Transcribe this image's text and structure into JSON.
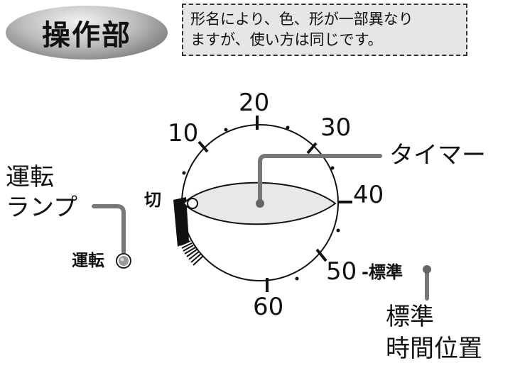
{
  "title": "操作部",
  "note": {
    "line1": "形名により、色、形が一部異なり",
    "line2": "ますが、使い方は同じです。"
  },
  "dial_numbers": [
    "10",
    "20",
    "30",
    "40",
    "50",
    "60"
  ],
  "labels": {
    "off": "切",
    "standard_marker": "-標準",
    "timer": "タイマー",
    "lamp_label_line1": "運転",
    "lamp_label_line2": "ランプ",
    "lamp_text": "運転",
    "standard_time_line1": "標準",
    "standard_time_line2": "時間位置"
  },
  "colors": {
    "dial_fill": "#ffffff",
    "knob_fill": "#e8e8e8",
    "leader_line": "#777777",
    "note_bg": "#e6e6e6",
    "scale_black": "#111111"
  },
  "icons": [
    "lamp-icon"
  ]
}
